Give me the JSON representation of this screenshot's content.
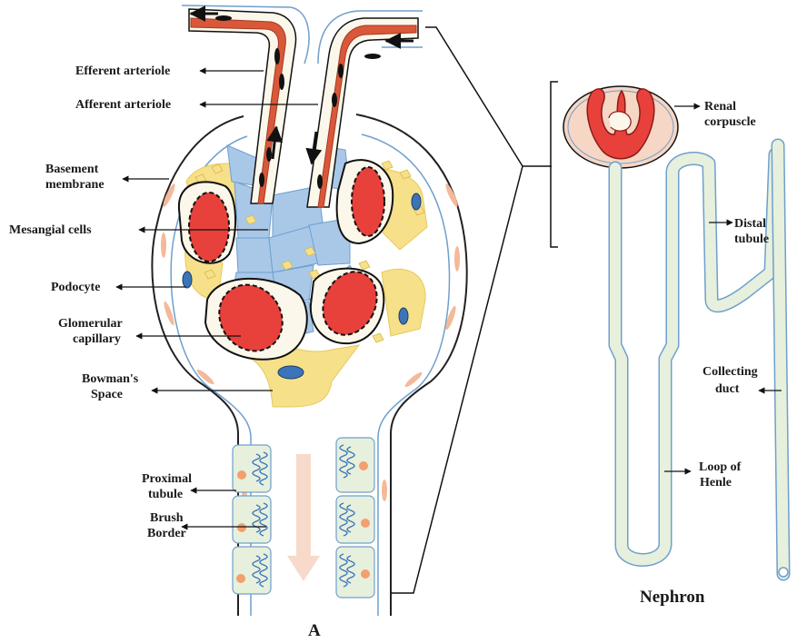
{
  "labels": {
    "efferent_arteriole": "Efferent arteriole",
    "afferent_arteriole": "Afferent arteriole",
    "basement_membrane_1": "Basement",
    "basement_membrane_2": "membrane",
    "mesangial_cells": "Mesangial cells",
    "podocyte": "Podocyte",
    "glomerular_capillary_1": "Glomerular",
    "glomerular_capillary_2": "capillary",
    "bowmans_space_1": "Bowman's",
    "bowmans_space_2": "Space",
    "proximal_tubule_1": "Proximal",
    "proximal_tubule_2": "tubule",
    "brush_border_1": "Brush",
    "brush_border_2": "Border",
    "renal_corpuscle_1": "Renal",
    "renal_corpuscle_2": "corpuscle",
    "distal_tubule_1": "Distal",
    "distal_tubule_2": "tubule",
    "collecting_duct_1": "Collecting",
    "collecting_duct_2": "duct",
    "loop_of_henle_1": "Loop of",
    "loop_of_henle_2": "Henle",
    "nephron": "Nephron",
    "panel": "A"
  },
  "colors": {
    "capillary_red": "#e8413c",
    "arteriole_orange": "#d9583a",
    "mesangial_blue": "#a9c8e8",
    "podocyte_yellow": "#f7e08a",
    "tubule_green": "#e6f0dd",
    "outline_blue": "#6f9fcc",
    "corpuscle_peach": "#f6d6c4"
  }
}
